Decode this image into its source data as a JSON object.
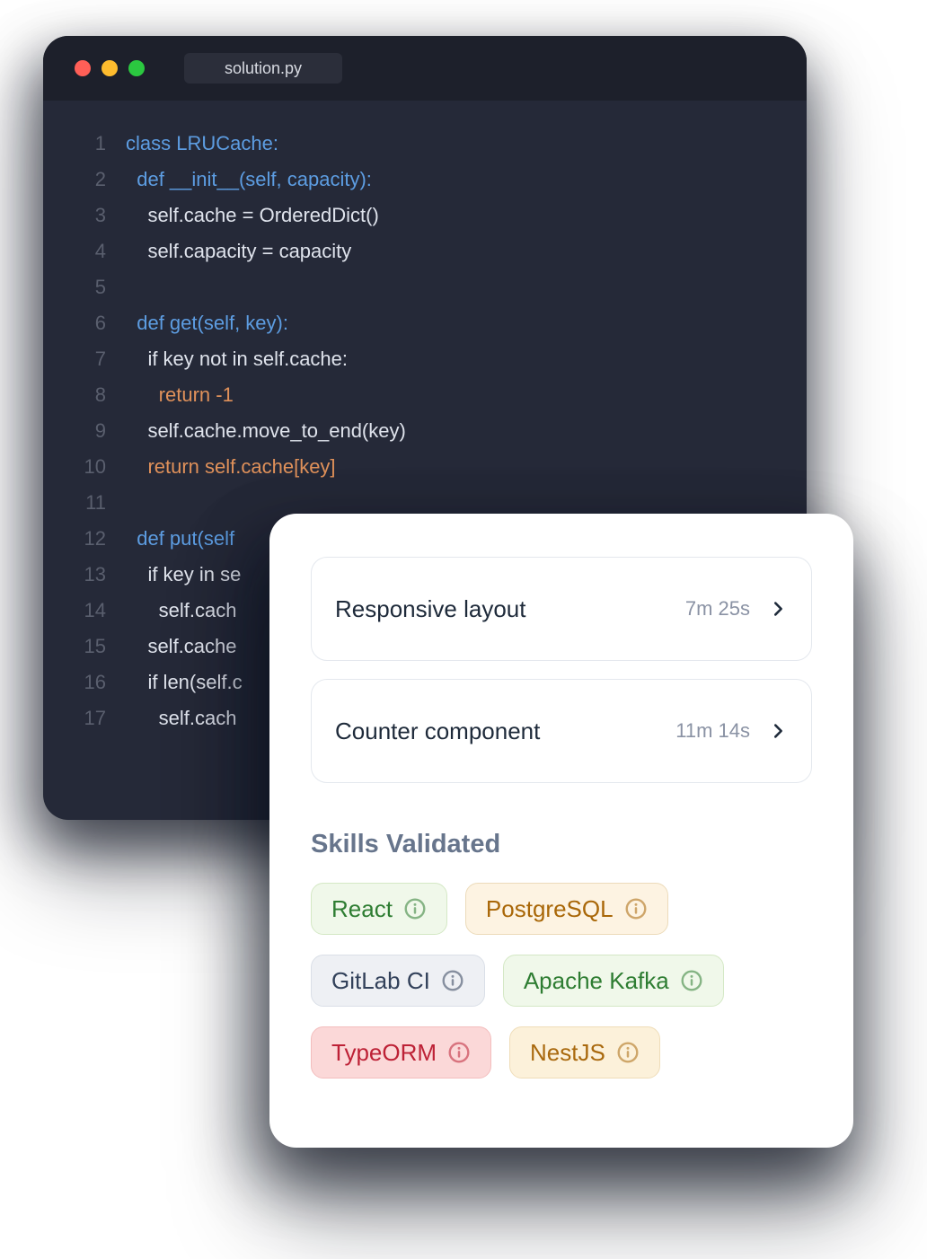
{
  "editor": {
    "window_title": "solution.py",
    "traffic_lights": [
      {
        "name": "close",
        "color": "#ff5f57"
      },
      {
        "name": "minimize",
        "color": "#febc2e"
      },
      {
        "name": "zoom",
        "color": "#2bc840"
      }
    ],
    "colors": {
      "window_bg": "#252938",
      "titlebar_bg": "#1d202b",
      "tab_bg": "#2b2e3a",
      "tab_text": "#d7dae1",
      "gutter": "#5a5f6e",
      "keyword": "#5d9de2",
      "plain": "#dfe3ec",
      "accent": "#e0915a"
    },
    "lines": [
      {
        "num": "1",
        "text": "class LRUCache:",
        "color": "keyword"
      },
      {
        "num": "2",
        "text": "  def __init__(self, capacity):",
        "color": "keyword"
      },
      {
        "num": "3",
        "text": "    self.cache = OrderedDict()",
        "color": "plain"
      },
      {
        "num": "4",
        "text": "    self.capacity = capacity",
        "color": "plain"
      },
      {
        "num": "5",
        "text": "",
        "color": "plain"
      },
      {
        "num": "6",
        "text": "  def get(self, key):",
        "color": "keyword"
      },
      {
        "num": "7",
        "text": "    if key not in self.cache:",
        "color": "plain"
      },
      {
        "num": "8",
        "text": "      return -1",
        "color": "accent"
      },
      {
        "num": "9",
        "text": "    self.cache.move_to_end(key)",
        "color": "plain"
      },
      {
        "num": "10",
        "text": "    return self.cache[key]",
        "color": "accent"
      },
      {
        "num": "11",
        "text": "",
        "color": "plain"
      },
      {
        "num": "12",
        "text": "  def put(self",
        "color": "keyword"
      },
      {
        "num": "13",
        "text": "    if key in se",
        "color": "plain"
      },
      {
        "num": "14",
        "text": "      self.cach",
        "color": "plain"
      },
      {
        "num": "15",
        "text": "    self.cache",
        "color": "plain"
      },
      {
        "num": "16",
        "text": "    if len(self.c",
        "color": "plain"
      },
      {
        "num": "17",
        "text": "      self.cach",
        "color": "plain"
      }
    ]
  },
  "panel": {
    "colors": {
      "task_title": "#1e2a3a",
      "task_duration": "#8a92a4",
      "chevron": "#1e2a3a",
      "skills_heading": "#67758c"
    },
    "tasks": [
      {
        "title": "Responsive layout",
        "duration": "7m 25s"
      },
      {
        "title": "Counter component",
        "duration": "11m 14s"
      }
    ],
    "skills_heading": "Skills Validated",
    "skill_themes": {
      "green": {
        "bg": "#f0f8ea",
        "border": "#d4e8c5",
        "text": "#2e7d32"
      },
      "orange": {
        "bg": "#fdf3e2",
        "border": "#ecdbba",
        "text": "#a96708"
      },
      "gray": {
        "bg": "#eef0f4",
        "border": "#dadfe7",
        "text": "#32415a"
      },
      "red": {
        "bg": "#fbd8d8",
        "border": "#f3bebe",
        "text": "#bd2136"
      },
      "amber": {
        "bg": "#fcf1da",
        "border": "#efddb9",
        "text": "#a9690e"
      }
    },
    "skills": [
      {
        "label": "React",
        "theme": "green"
      },
      {
        "label": "PostgreSQL",
        "theme": "orange"
      },
      {
        "label": "GitLab CI",
        "theme": "gray"
      },
      {
        "label": "Apache Kafka",
        "theme": "green"
      },
      {
        "label": "TypeORM",
        "theme": "red"
      },
      {
        "label": "NestJS",
        "theme": "amber"
      }
    ]
  }
}
